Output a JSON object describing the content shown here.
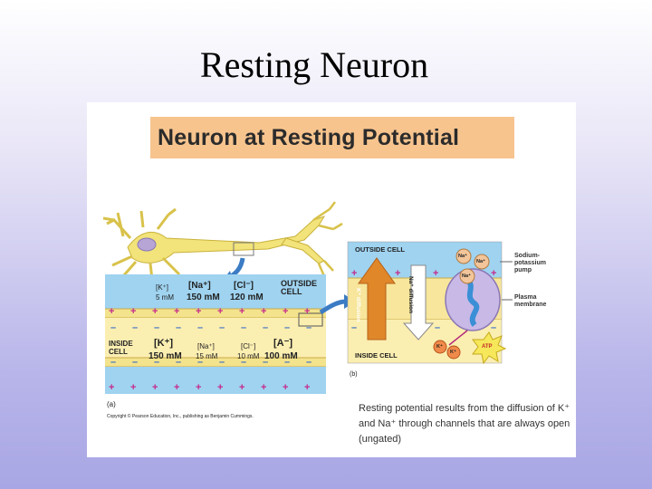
{
  "slide": {
    "title": "Resting Neuron"
  },
  "figure": {
    "heading": "Neuron at Resting Potential",
    "panel_a": {
      "outside_label": "OUTSIDE\nCELL",
      "inside_label": "INSIDE\nCELL",
      "outside_ions": [
        {
          "name": "[K⁺]",
          "conc": "5 mM"
        },
        {
          "name": "[Na⁺]",
          "conc": "150 mM"
        },
        {
          "name": "[Cl⁻]",
          "conc": "120 mM"
        }
      ],
      "inside_ions": [
        {
          "name": "[K⁺]",
          "conc": "150 mM"
        },
        {
          "name": "[Na⁺]",
          "conc": "15 mM"
        },
        {
          "name": "[Cl⁻]",
          "conc": "10 mM"
        },
        {
          "name": "[A⁻]",
          "conc": "100 mM"
        }
      ],
      "tag": "(a)",
      "copyright": "Copyright © Pearson Education, Inc., publishing as Benjamin Cummings."
    },
    "panel_b": {
      "outside_label": "OUTSIDE CELL",
      "inside_label": "INSIDE CELL",
      "k_arrow": "K⁺ diffusion",
      "na_arrow": "Na⁺ diffusion",
      "na_ion": "Na⁺",
      "k_ion": "K⁺",
      "atp": "ATP",
      "pump_label": "Sodium-\npotassium\npump",
      "membrane_label": "Plasma\nmembrane",
      "tag": "(b)"
    },
    "caption": "Resting potential results from the diffusion of K⁺ and Na⁺ through channels that are always open (ungated)"
  }
}
